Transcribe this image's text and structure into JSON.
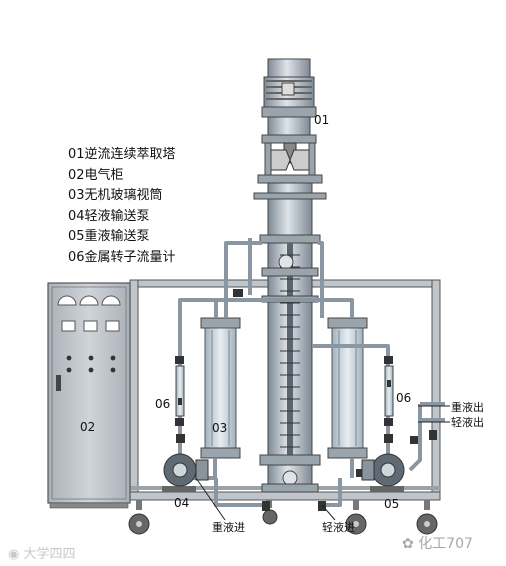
{
  "legend": [
    "01逆流连续萃取塔",
    "02电气柜",
    "03无机玻璃视筒",
    "04轻液输送泵",
    "05重液输送泵",
    "06金属转子流量计"
  ],
  "callouts": {
    "c01": "01",
    "c02": "02",
    "c03": "03",
    "c04": "04",
    "c05": "05",
    "c06_left": "06",
    "c06_right": "06"
  },
  "ports": {
    "heavy_in": "重液进",
    "light_in": "轻液进",
    "heavy_out": "重液出",
    "light_out": "轻液出"
  },
  "watermarks": {
    "left": "大学四四",
    "right": "化工707"
  },
  "colors": {
    "equipment_gray": "#b9bfc6",
    "equipment_dark": "#55606b",
    "pipe": "#9aa5b0",
    "glass": "#c9d7e0"
  }
}
